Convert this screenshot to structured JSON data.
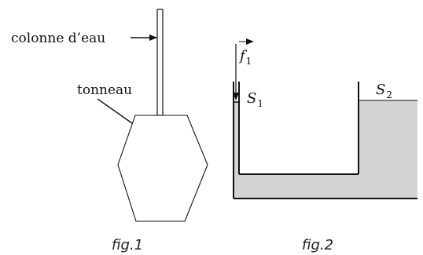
{
  "fig1": {
    "water_column_label": "colonne d’eau",
    "barrel_label": "tonneau",
    "caption": "fig.1"
  },
  "fig2": {
    "force_label": {
      "symbol": "f",
      "subscript": "1"
    },
    "left_surface_label": {
      "symbol": "S",
      "subscript": "1"
    },
    "right_surface_label": {
      "symbol": "S",
      "subscript": "2"
    },
    "caption": "fig.2"
  },
  "colors": {
    "fluid": "#d3d3d3",
    "stroke": "#111111",
    "background": "#ffffff"
  }
}
